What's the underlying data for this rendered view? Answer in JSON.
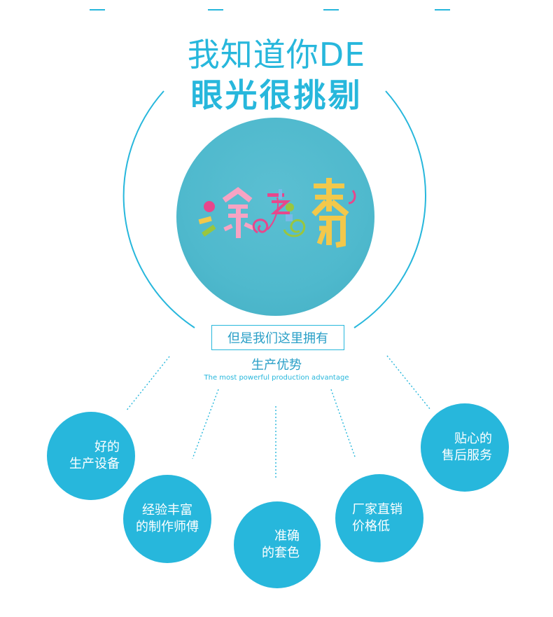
{
  "headline": {
    "line1": "我知道你DE",
    "line2": "眼光很挑剔"
  },
  "logo": {
    "brand": "涂秀",
    "brand_colors": [
      "#e7478c",
      "#f7a3c3",
      "#9ac63e",
      "#f2c84b",
      "#7ab9e8"
    ]
  },
  "tagline": {
    "box": "但是我们这里拥有",
    "title": "生产优势",
    "subtitle": "The most powerful production advantage"
  },
  "advantages": [
    {
      "line1": "好的",
      "line2": "生产设备"
    },
    {
      "line1": "经验丰富",
      "line2": "的制作师傅"
    },
    {
      "line1": "准确",
      "line2": "的套色"
    },
    {
      "line1": "厂家直销",
      "line2": "价格低"
    },
    {
      "line1": "贴心的",
      "line2": "售后服务"
    }
  ],
  "colors": {
    "accent": "#27b7dc",
    "center_circle": "#4fb9cd",
    "text_blue": "#2a9fc7"
  }
}
